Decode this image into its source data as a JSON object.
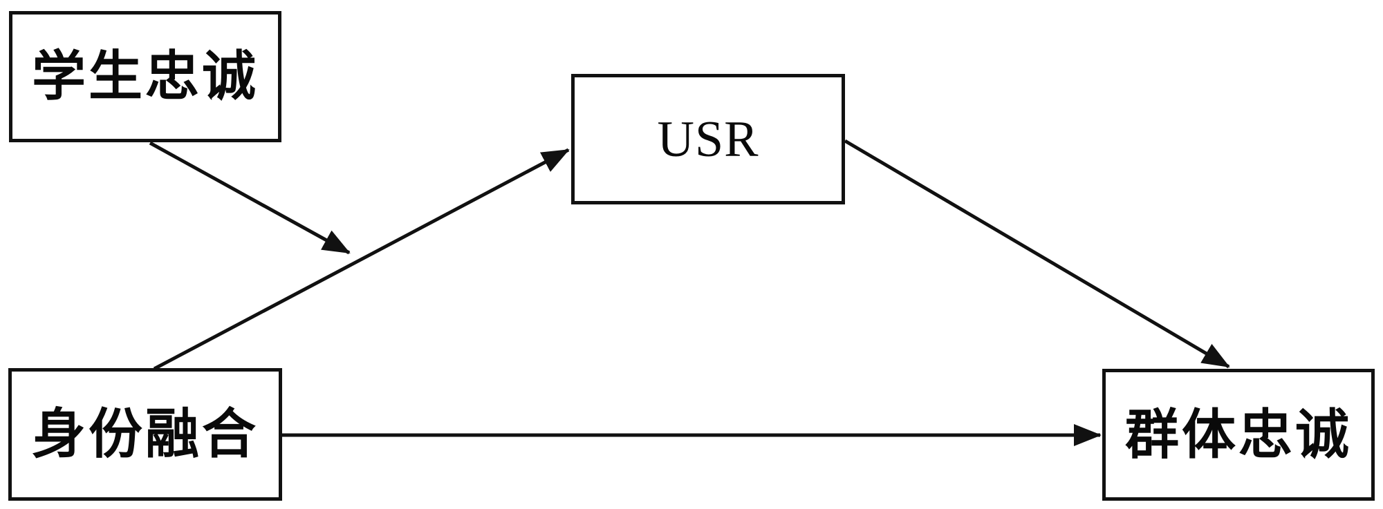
{
  "diagram": {
    "type": "path-model-diagram",
    "title": "",
    "background_color": "#ffffff",
    "line_color": "#111111",
    "nodes": [
      {
        "id": "student-loyalty",
        "label": "学生忠诚",
        "script": "chinese",
        "position": "top-left"
      },
      {
        "id": "usr",
        "label": "USR",
        "script": "latin",
        "position": "top-center"
      },
      {
        "id": "identity-fusion",
        "label": "身份融合",
        "script": "chinese",
        "position": "bottom-left"
      },
      {
        "id": "group-loyalty",
        "label": "群体忠诚",
        "script": "chinese",
        "position": "bottom-right"
      }
    ],
    "edges": [
      {
        "id": "identity-fusion-to-usr",
        "from": "identity-fusion",
        "to": "usr",
        "label": "",
        "style": "solid",
        "arrow": "single"
      },
      {
        "id": "usr-to-group-loyalty",
        "from": "usr",
        "to": "group-loyalty",
        "label": "",
        "style": "solid",
        "arrow": "single"
      },
      {
        "id": "identity-fusion-to-group-loyalty",
        "from": "identity-fusion",
        "to": "group-loyalty",
        "label": "",
        "style": "solid",
        "arrow": "single"
      },
      {
        "id": "student-loyalty-moderates-identity-fusion-to-usr",
        "from": "student-loyalty",
        "to": "identity-fusion-to-usr",
        "label": "",
        "style": "solid",
        "arrow": "single-moderation"
      }
    ]
  }
}
